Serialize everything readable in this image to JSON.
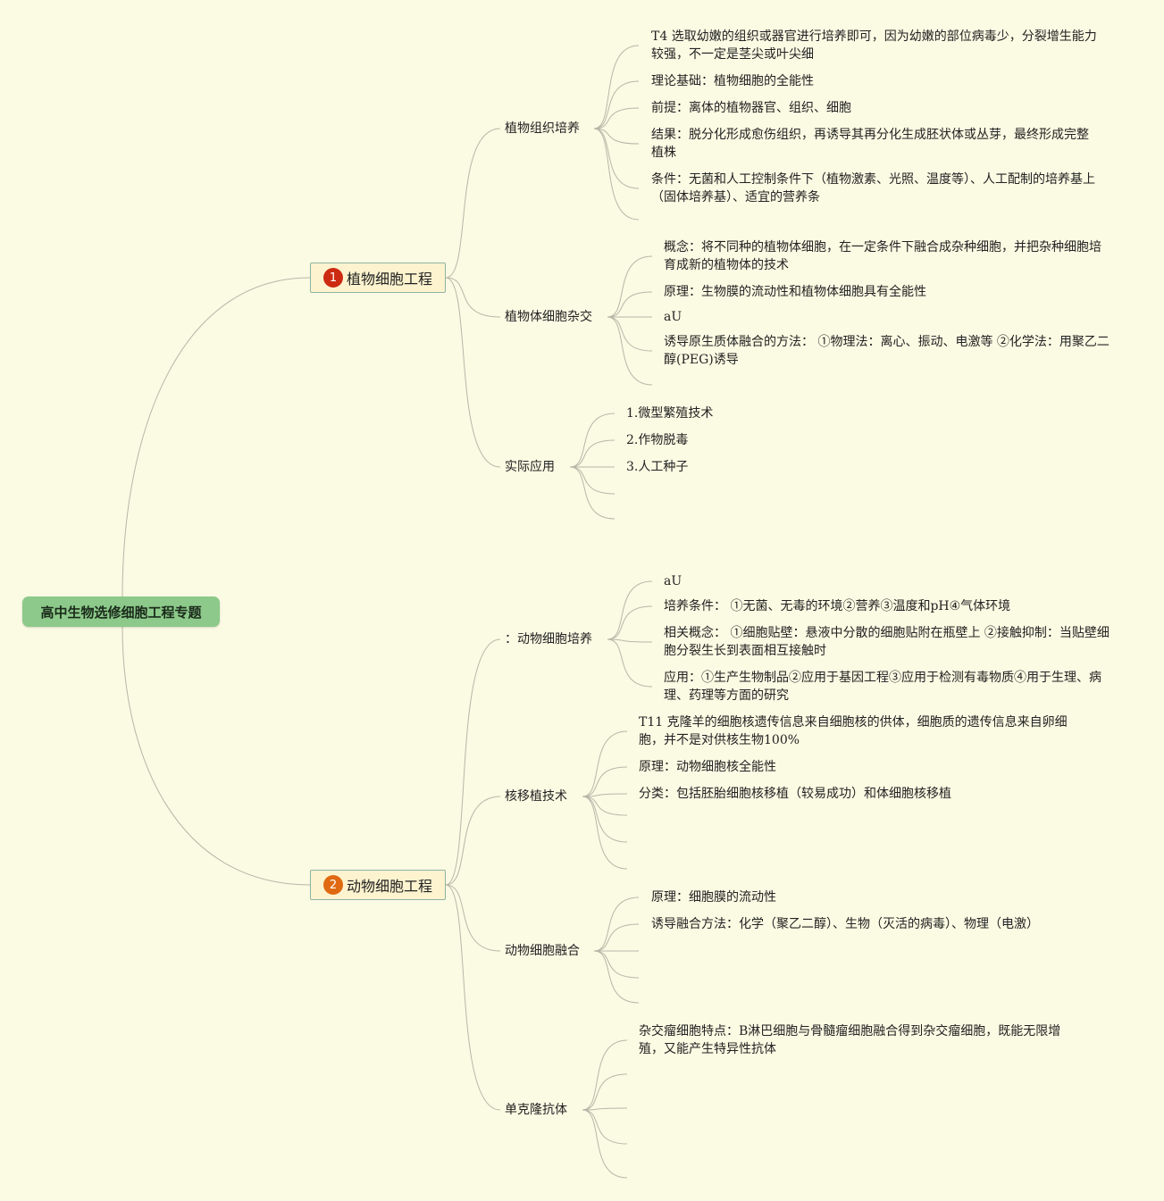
{
  "root": {
    "label": "高中生物选修细胞工程专题",
    "color": "#8cc98a"
  },
  "branches": [
    {
      "number": "1",
      "badge_color": "#cc2b12",
      "label": "植物细胞工程",
      "children": [
        {
          "label": "植物组织培养",
          "leaves": [
            "T4 选取幼嫩的组织或器官进行培养即可，因为幼嫩的部位病毒少，分裂增生能力较强，不一定是茎尖或叶尖细",
            "理论基础：植物细胞的全能性",
            "前提：离体的植物器官、组织、细胞",
            "结果：脱分化形成愈伤组织，再诱导其再分化生成胚状体或丛芽，最终形成完整植株",
            "条件：无菌和人工控制条件下（植物激素、光照、温度等）、人工配制的培养基上（固体培养基）、适宜的营养条",
            ""
          ]
        },
        {
          "label": "植物体细胞杂交",
          "leaves": [
            "概念：将不同种的植物体细胞，在一定条件下融合成杂种细胞，并把杂种细胞培育成新的植物体的技术",
            "原理：生物膜的流动性和植物体细胞具有全能性",
            "aU",
            "诱导原生质体融合的方法：  ①物理法：离心、振动、电激等 ②化学法：用聚乙二醇(PEG)诱导",
            ""
          ]
        },
        {
          "label": "实际应用",
          "leaves": [
            "1.微型繁殖技术",
            "2.作物脱毒",
            "3.人工种子",
            "",
            ""
          ]
        }
      ]
    },
    {
      "number": "2",
      "badge_color": "#e06a12",
      "label": "动物细胞工程",
      "children": [
        {
          "label": "：动物细胞培养",
          "leaves": [
            "aU",
            "培养条件：  ①无菌、无毒的环境②营养③温度和pH④气体环境",
            "相关概念：  ①细胞贴壁：悬液中分散的细胞贴附在瓶壁上 ②接触抑制：当贴壁细胞分裂生长到表面相互接触时",
            "应用：①生产生物制品②应用于基因工程③应用于检测有毒物质④用于生理、病理、药理等方面的研究"
          ]
        },
        {
          "label": "核移植技术",
          "leaves": [
            "T11 克隆羊的细胞核遗传信息来自细胞核的供体，细胞质的遗传信息来自卵细胞，并不是对供核生物100%",
            "原理：动物细胞核全能性",
            "分类：包括胚胎细胞核移植（较易成功）和体细胞核移植",
            "",
            "",
            ""
          ]
        },
        {
          "label": "动物细胞融合",
          "leaves": [
            "原理：细胞膜的流动性",
            "诱导融合方法：化学（聚乙二醇）、生物（灭活的病毒）、物理（电激）",
            "",
            "",
            ""
          ]
        },
        {
          "label": "单克隆抗体",
          "leaves": [
            "杂交瘤细胞特点：B淋巴细胞与骨髓瘤细胞融合得到杂交瘤细胞，既能无限增殖，又能产生特异性抗体",
            "",
            "",
            "",
            ""
          ]
        }
      ]
    }
  ]
}
